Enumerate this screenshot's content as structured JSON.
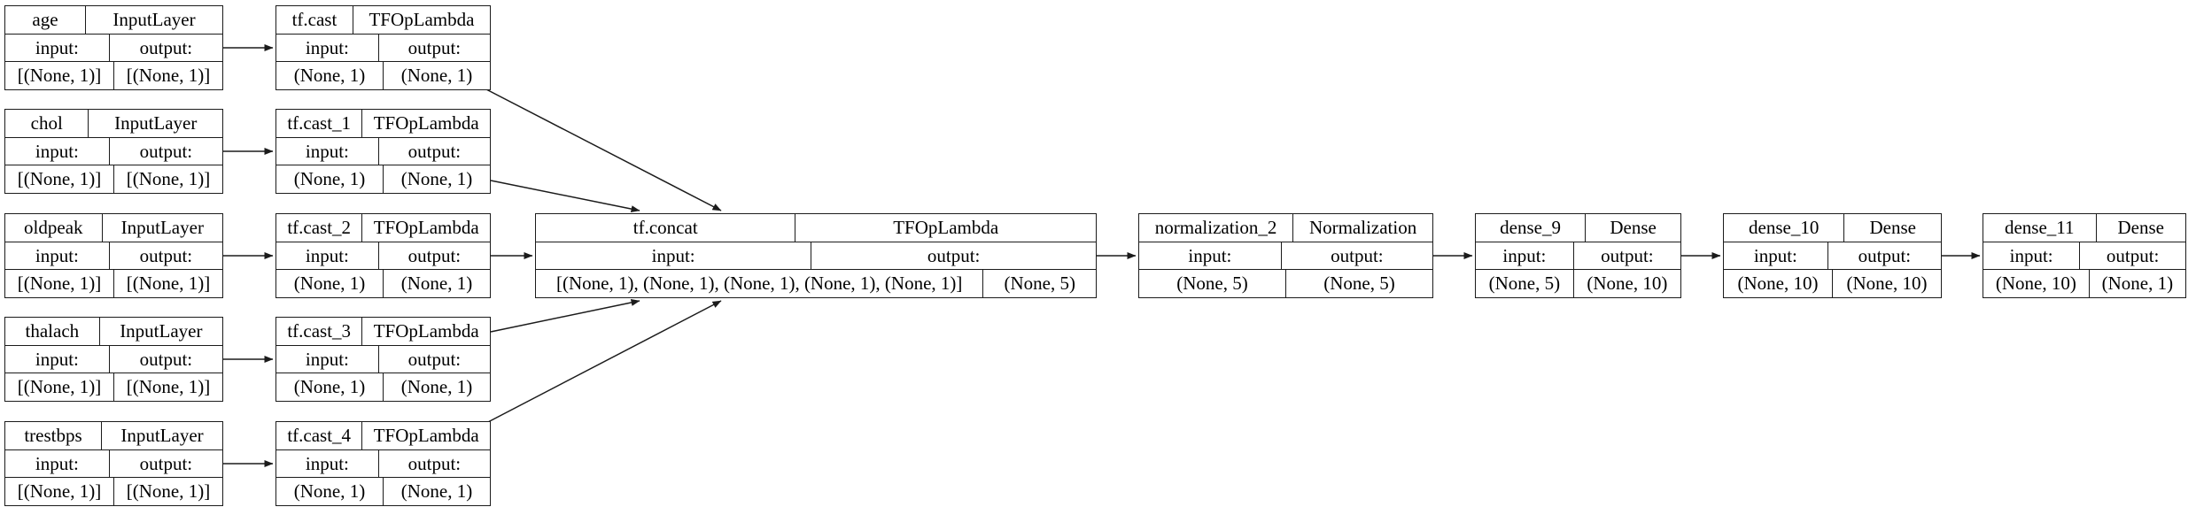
{
  "labels": {
    "input": "input:",
    "output": "output:"
  },
  "nodes": {
    "age": {
      "name": "age",
      "type": "InputLayer",
      "input_shape": "[(None, 1)]",
      "output_shape": "[(None, 1)]"
    },
    "chol": {
      "name": "chol",
      "type": "InputLayer",
      "input_shape": "[(None, 1)]",
      "output_shape": "[(None, 1)]"
    },
    "oldpeak": {
      "name": "oldpeak",
      "type": "InputLayer",
      "input_shape": "[(None, 1)]",
      "output_shape": "[(None, 1)]"
    },
    "thalach": {
      "name": "thalach",
      "type": "InputLayer",
      "input_shape": "[(None, 1)]",
      "output_shape": "[(None, 1)]"
    },
    "trestbps": {
      "name": "trestbps",
      "type": "InputLayer",
      "input_shape": "[(None, 1)]",
      "output_shape": "[(None, 1)]"
    },
    "tf_cast": {
      "name": "tf.cast",
      "type": "TFOpLambda",
      "input_shape": "(None, 1)",
      "output_shape": "(None, 1)"
    },
    "tf_cast_1": {
      "name": "tf.cast_1",
      "type": "TFOpLambda",
      "input_shape": "(None, 1)",
      "output_shape": "(None, 1)"
    },
    "tf_cast_2": {
      "name": "tf.cast_2",
      "type": "TFOpLambda",
      "input_shape": "(None, 1)",
      "output_shape": "(None, 1)"
    },
    "tf_cast_3": {
      "name": "tf.cast_3",
      "type": "TFOpLambda",
      "input_shape": "(None, 1)",
      "output_shape": "(None, 1)"
    },
    "tf_cast_4": {
      "name": "tf.cast_4",
      "type": "TFOpLambda",
      "input_shape": "(None, 1)",
      "output_shape": "(None, 1)"
    },
    "tf_concat": {
      "name": "tf.concat",
      "type": "TFOpLambda",
      "input_shape": "[(None, 1), (None, 1), (None, 1), (None, 1), (None, 1)]",
      "output_shape": "(None, 5)"
    },
    "normalization_2": {
      "name": "normalization_2",
      "type": "Normalization",
      "input_shape": "(None, 5)",
      "output_shape": "(None, 5)"
    },
    "dense_9": {
      "name": "dense_9",
      "type": "Dense",
      "input_shape": "(None, 5)",
      "output_shape": "(None, 10)"
    },
    "dense_10": {
      "name": "dense_10",
      "type": "Dense",
      "input_shape": "(None, 10)",
      "output_shape": "(None, 10)"
    },
    "dense_11": {
      "name": "dense_11",
      "type": "Dense",
      "input_shape": "(None, 10)",
      "output_shape": "(None, 1)"
    }
  }
}
